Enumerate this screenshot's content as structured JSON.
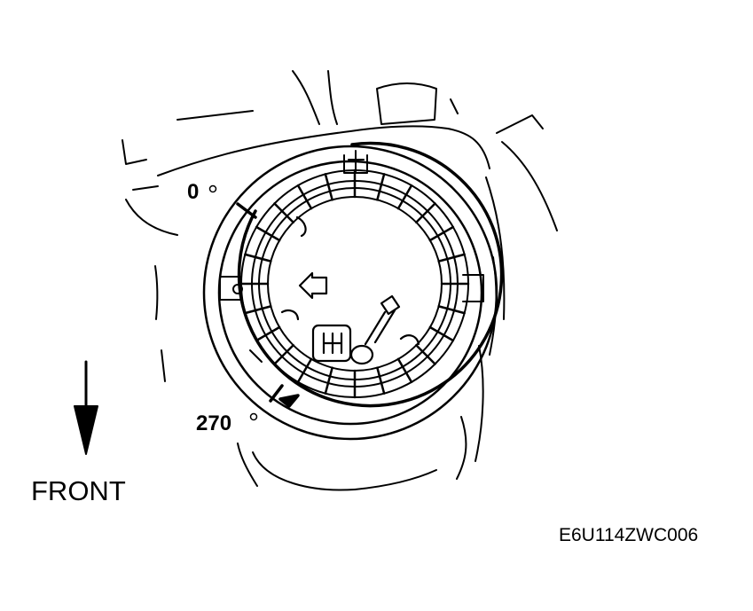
{
  "labels": {
    "angle_start": "0",
    "angle_end": "270",
    "direction": "FRONT",
    "figure_code": "E6U114ZWC006"
  },
  "colors": {
    "line": "#000000",
    "background": "#ffffff"
  }
}
